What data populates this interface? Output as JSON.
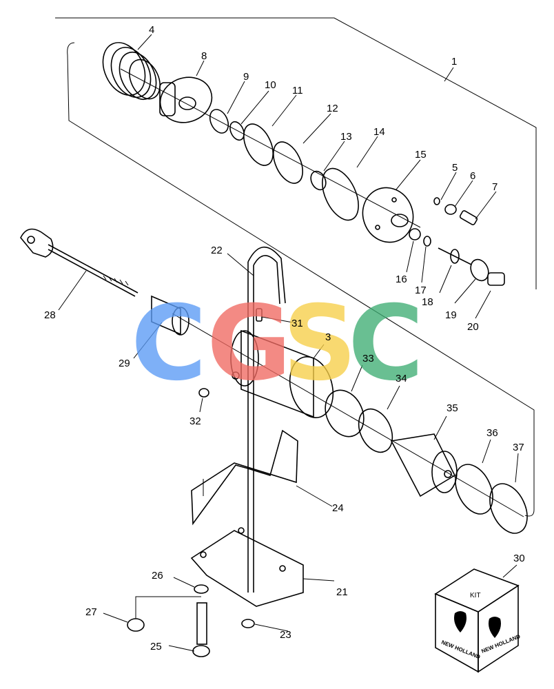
{
  "watermark": {
    "letters": [
      {
        "char": "C",
        "color": "#5b9bf5"
      },
      {
        "char": "G",
        "color": "#f06a62"
      },
      {
        "char": "S",
        "color": "#f7cf48"
      },
      {
        "char": "C",
        "color": "#3fae74"
      }
    ]
  },
  "part_numbers": [
    "1",
    "3",
    "4",
    "5",
    "6",
    "7",
    "8",
    "9",
    "10",
    "11",
    "12",
    "13",
    "14",
    "15",
    "16",
    "17",
    "18",
    "19",
    "20",
    "21",
    "22",
    "23",
    "24",
    "25",
    "26",
    "27",
    "28",
    "29",
    "30",
    "31",
    "32",
    "33",
    "34",
    "35",
    "36",
    "37"
  ],
  "kit": {
    "label": "KIT",
    "brand_left": "NEW HOLLAND",
    "brand_right": "NEW HOLLAND"
  }
}
